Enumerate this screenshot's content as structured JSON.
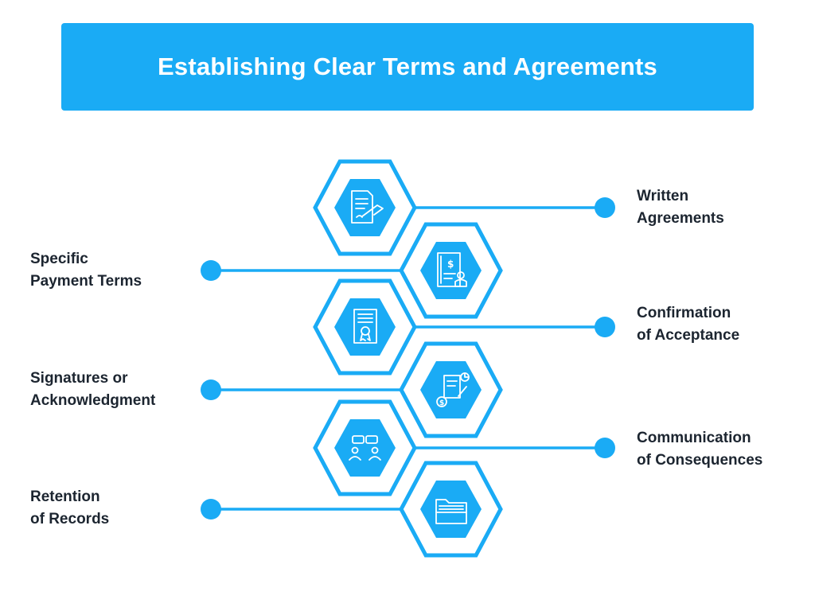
{
  "title": "Establishing Clear Terms and Agreements",
  "colors": {
    "accent": "#1aabf5",
    "text": "#1c2530",
    "background": "#ffffff"
  },
  "items": [
    {
      "line1": "Written",
      "line2": "Agreements",
      "icon": "document-signing-icon",
      "side": "right"
    },
    {
      "line1": "Specific",
      "line2": "Payment Terms",
      "icon": "invoice-payment-icon",
      "side": "left"
    },
    {
      "line1": "Confirmation",
      "line2": "of Acceptance",
      "icon": "certificate-icon",
      "side": "right"
    },
    {
      "line1": "Signatures or",
      "line2": "Acknowledgment",
      "icon": "signed-document-money-icon",
      "side": "left"
    },
    {
      "line1": "Communication",
      "line2": "of Consequences",
      "icon": "conversation-people-icon",
      "side": "right"
    },
    {
      "line1": "Retention",
      "line2": "of Records",
      "icon": "folder-records-icon",
      "side": "left"
    }
  ]
}
